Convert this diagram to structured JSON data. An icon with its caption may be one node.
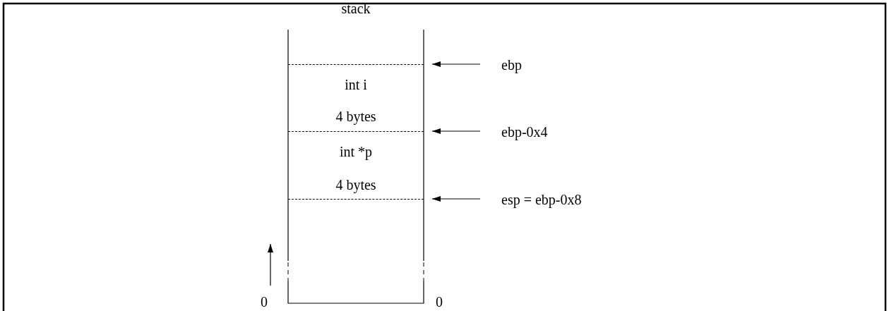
{
  "diagram": {
    "nodes": [
      {
        "text": [
          "stack"
        ]
      },
      {
        "text": [],
        "shape": "line",
        "in": 0
      },
      {
        "text": [],
        "shape": "line",
        "in": 0
      },
      {
        "text": [],
        "shape": "line",
        "in": 0
      },
      {
        "text": [
          "ebp"
        ]
      },
      {
        "text": [
          "ebp-0x4"
        ]
      },
      {
        "text": [
          "esp = ebp-0x8"
        ]
      }
    ],
    "edges": [
      {
        "from": 4,
        "to": 1,
        "arrow": "to"
      },
      {
        "from": 5,
        "to": 2,
        "arrow": "to"
      },
      {
        "from": 6,
        "to": 3,
        "arrow": "to"
      }
    ],
    "labels": [
      "int i",
      "4 bytes",
      "int *p",
      "4 bytes",
      "0",
      "0"
    ]
  }
}
